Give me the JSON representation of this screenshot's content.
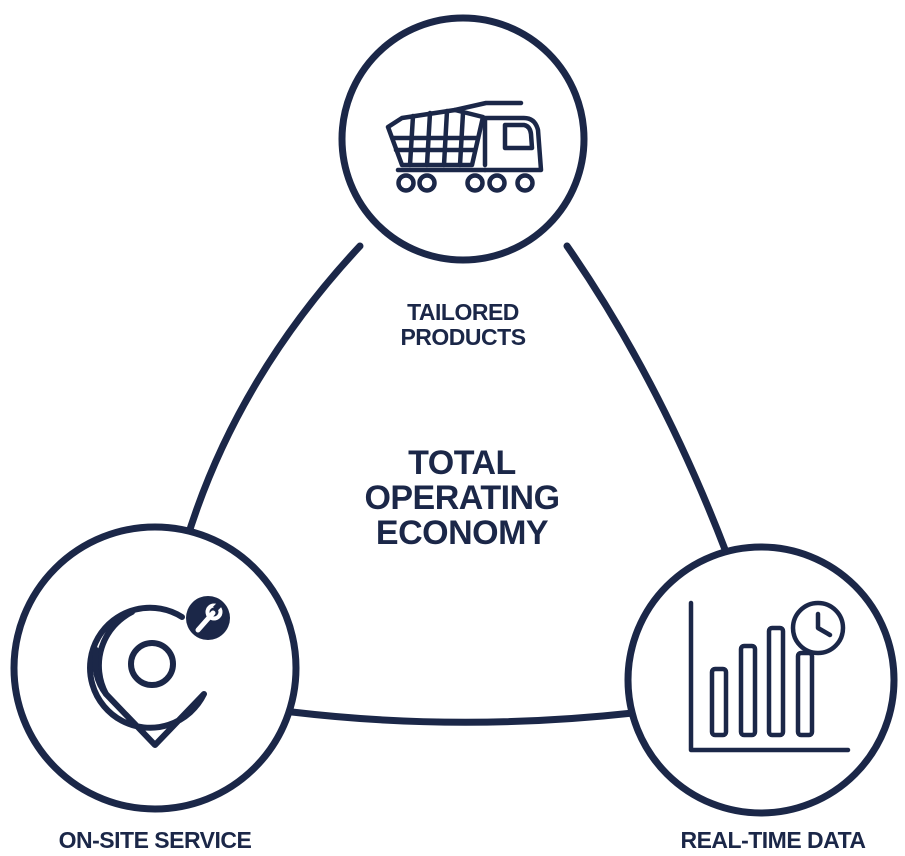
{
  "colors": {
    "navy": "#1b2748",
    "background": "#ffffff"
  },
  "top_node": {
    "icon": "dump-truck-icon",
    "label_line1": "TAILORED",
    "label_line2": "PRODUCTS"
  },
  "center": {
    "line1": "TOTAL",
    "line2": "OPERATING",
    "line3": "ECONOMY"
  },
  "left_node": {
    "icon": "location-wrench-icon",
    "label": "ON-SITE SERVICE"
  },
  "right_node": {
    "icon": "bar-chart-clock-icon",
    "label": "REAL-TIME DATA"
  }
}
